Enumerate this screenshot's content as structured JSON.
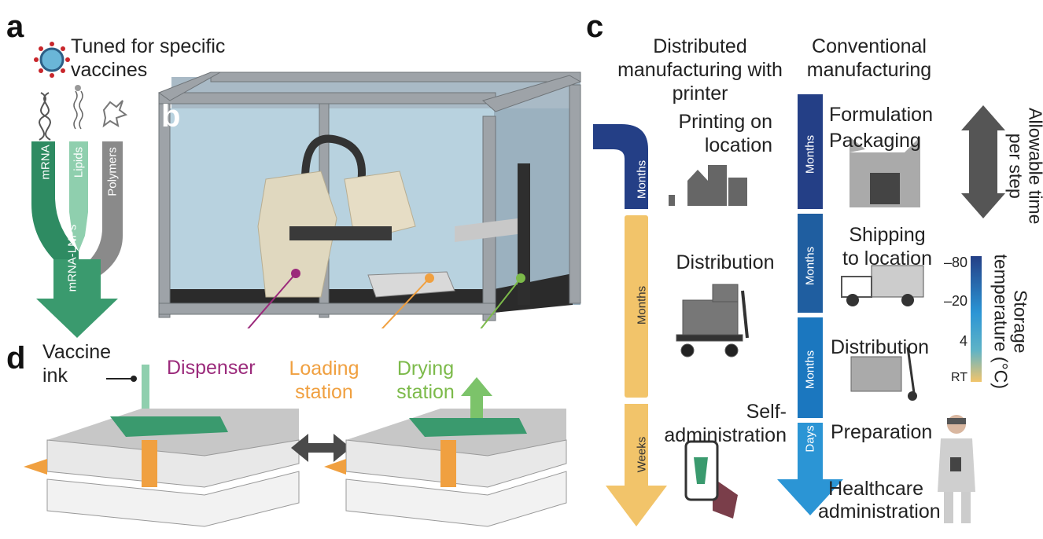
{
  "panel_a": {
    "letter": "a",
    "title": "Tuned for specific vaccines",
    "strands": [
      "mRNA",
      "Lipids",
      "Polymers"
    ],
    "merged": "mRNA-LNPs",
    "output": "Vaccine ink"
  },
  "panel_b": {
    "letter": "b",
    "labels": {
      "dispenser": "Dispenser",
      "loading": "Loading station",
      "drying": "Drying station"
    },
    "colors": {
      "dispenser": "#9b2a7b",
      "loading": "#f0a040",
      "drying": "#7cba4a"
    }
  },
  "panel_c": {
    "letter": "c",
    "distributed": {
      "header": "Distributed manufacturing with printer",
      "stages": [
        {
          "label": "Printing on location",
          "duration": "Months"
        },
        {
          "label": "Distribution",
          "duration": "Months"
        },
        {
          "label": "Self-administration",
          "duration": "Weeks"
        }
      ]
    },
    "conventional": {
      "header": "Conventional manufacturing",
      "stages": [
        {
          "label": "Formulation Packaging",
          "duration": "Months"
        },
        {
          "label": "Shipping to location",
          "duration": "Months"
        },
        {
          "label": "Distribution",
          "duration": "Months"
        },
        {
          "label": "Preparation",
          "duration": "Days"
        }
      ],
      "end": "Healthcare administration"
    },
    "allowable_time": "Allowable time per step",
    "storage_temp": {
      "title": "Storage temperature (°C)",
      "ticks": [
        "–80",
        "–20",
        "4",
        "RT"
      ]
    }
  },
  "panel_d": {
    "letter": "d"
  }
}
